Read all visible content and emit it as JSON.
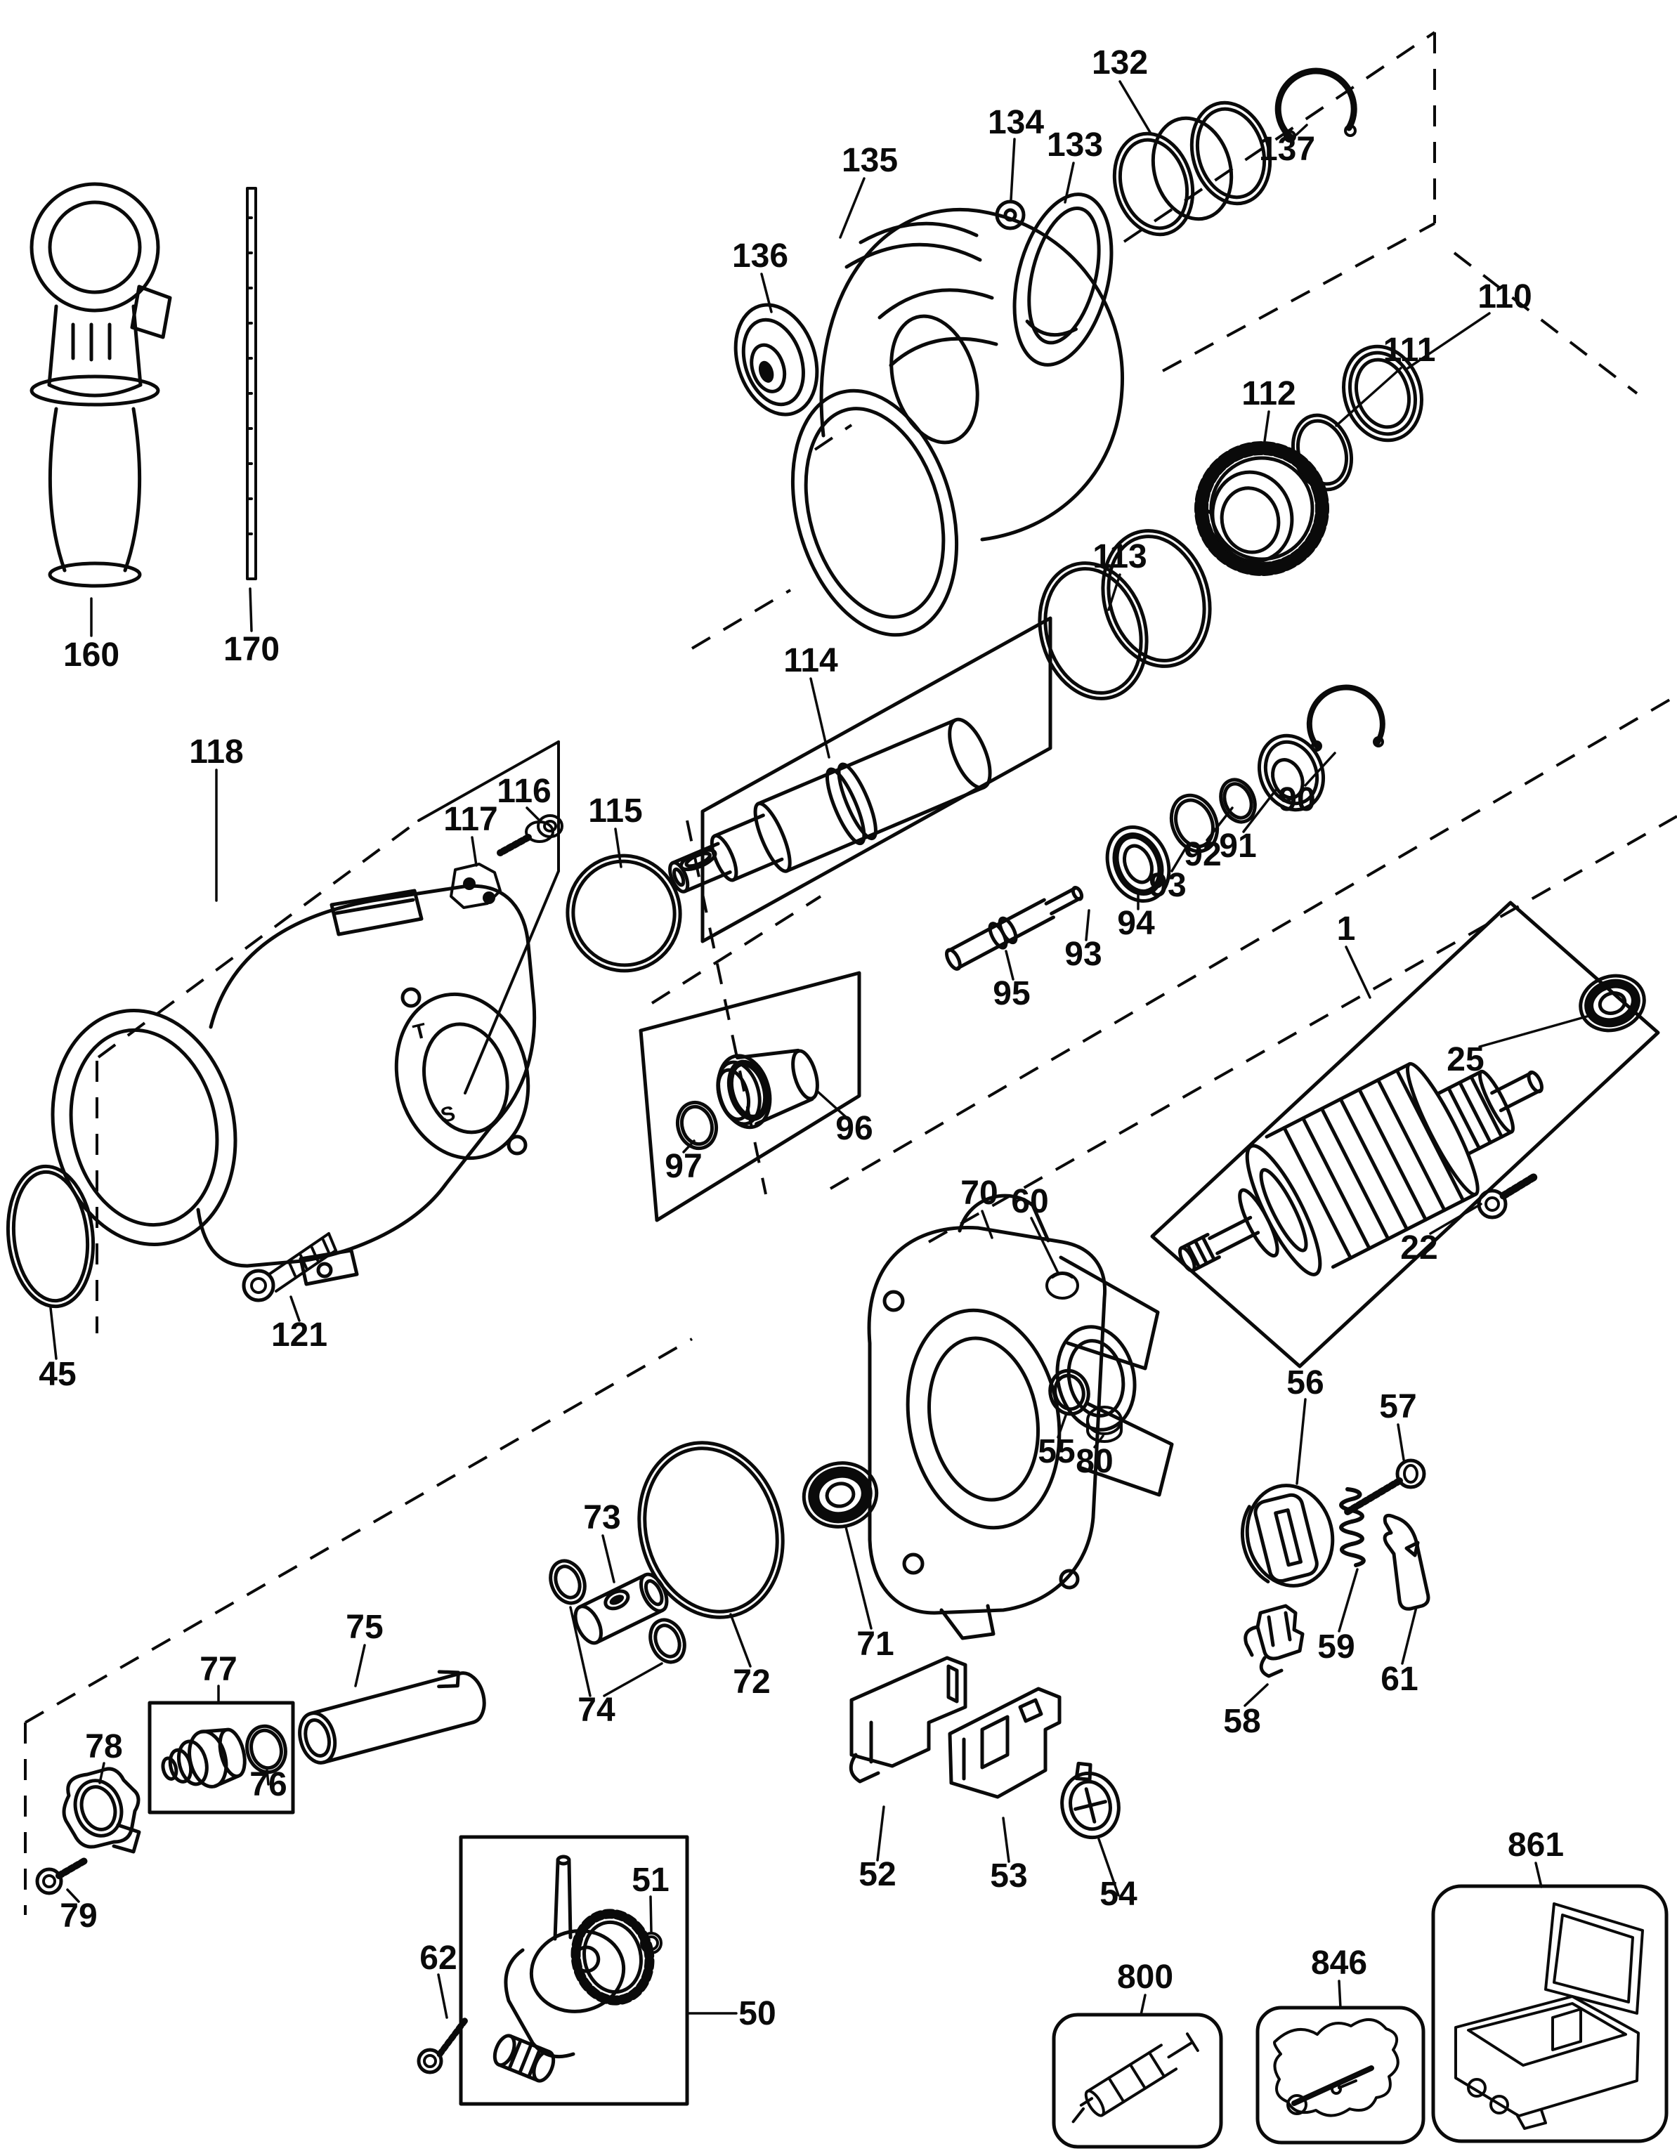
{
  "diagram": {
    "type": "exploded-parts-diagram",
    "background": "#ffffff",
    "line_color": "#0a0a0a"
  },
  "casting_marks": {
    "t": "T",
    "s": "S"
  },
  "labels": {
    "p1": "1",
    "p22": "22",
    "p25": "25",
    "p45": "45",
    "p50": "50",
    "p51": "51",
    "p52": "52",
    "p53": "53",
    "p54": "54",
    "p55": "55",
    "p56": "56",
    "p57": "57",
    "p58": "58",
    "p59": "59",
    "p60": "60",
    "p61": "61",
    "p62": "62",
    "p70": "70",
    "p71": "71",
    "p72": "72",
    "p73": "73",
    "p74": "74",
    "p75": "75",
    "p76": "76",
    "p77": "77",
    "p78": "78",
    "p79": "79",
    "p80": "80",
    "p90": "90",
    "p91": "91",
    "p92": "92",
    "p93a": "93",
    "p93b": "93",
    "p94": "94",
    "p95": "95",
    "p96": "96",
    "p97": "97",
    "p110": "110",
    "p111": "111",
    "p112": "112",
    "p113": "113",
    "p114": "114",
    "p115": "115",
    "p116": "116",
    "p117": "117",
    "p118": "118",
    "p121": "121",
    "p132": "132",
    "p133": "133",
    "p134": "134",
    "p135": "135",
    "p136": "136",
    "p137": "137",
    "p160": "160",
    "p170": "170",
    "p800": "800",
    "p846": "846",
    "p861": "861"
  }
}
